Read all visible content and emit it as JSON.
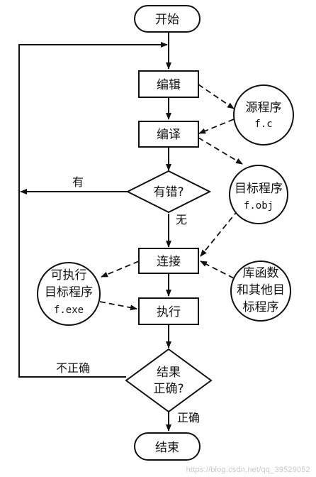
{
  "nodes": {
    "start": "开始",
    "edit": "编辑",
    "compile": "编译",
    "has_error": "有错?",
    "link": "连接",
    "execute": "执行",
    "result_correct": [
      "结果",
      "正确?"
    ],
    "end": "结束"
  },
  "files": {
    "source": [
      "源程序",
      "f.c"
    ],
    "object": [
      "目标程序",
      "f.obj"
    ],
    "library": [
      "库函数",
      "和其他目",
      "标程序"
    ],
    "executable": [
      "可执行",
      "目标程序",
      "f.exe"
    ]
  },
  "labels": {
    "yes": "有",
    "no": "无",
    "incorrect": "不正确",
    "correct": "正确"
  },
  "watermark": "https://blog.csdn.net/qq_39529052"
}
